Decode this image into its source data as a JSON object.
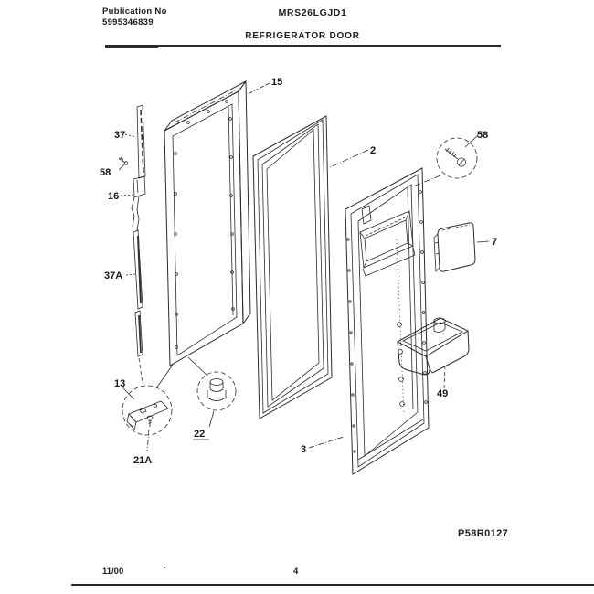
{
  "colors": {
    "paper": "#ffffff",
    "ink": "#2b2b2b"
  },
  "header": {
    "publication_label": "Publication No",
    "publication_number": "5995346839",
    "model": "MRS26LGJD1",
    "title": "REFRIGERATOR DOOR"
  },
  "diagram": {
    "drawing_number": "P58R0127",
    "callouts": {
      "c15": "15",
      "c37": "37",
      "c58_left": "58",
      "c16": "16",
      "c37a": "37A",
      "c2": "2",
      "c58_right": "58",
      "c7": "7",
      "c49": "49",
      "c3": "3",
      "c13": "13",
      "c22": "22",
      "c21a": "21A"
    }
  },
  "footer": {
    "date_code": "11/00",
    "page_number": "4"
  }
}
